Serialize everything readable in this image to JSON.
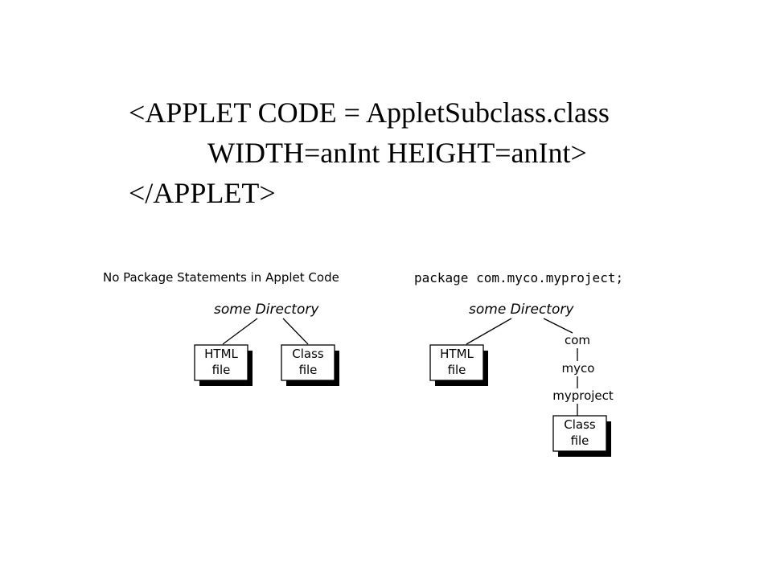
{
  "code": {
    "line1": "<APPLET CODE = AppletSubclass.class",
    "line2": "WIDTH=anInt HEIGHT=anInt>",
    "line3": "</APPLET>"
  },
  "left_diagram": {
    "caption": "No Package Statements in Applet Code",
    "root": "some Directory",
    "html_box": [
      "HTML",
      "file"
    ],
    "class_box": [
      "Class",
      "file"
    ]
  },
  "right_diagram": {
    "caption": "package com.myco.myproject;",
    "root": "some Directory",
    "html_box": [
      "HTML",
      "file"
    ],
    "path": [
      "com",
      "myco",
      "myproject"
    ],
    "class_box": [
      "Class",
      "file"
    ]
  }
}
